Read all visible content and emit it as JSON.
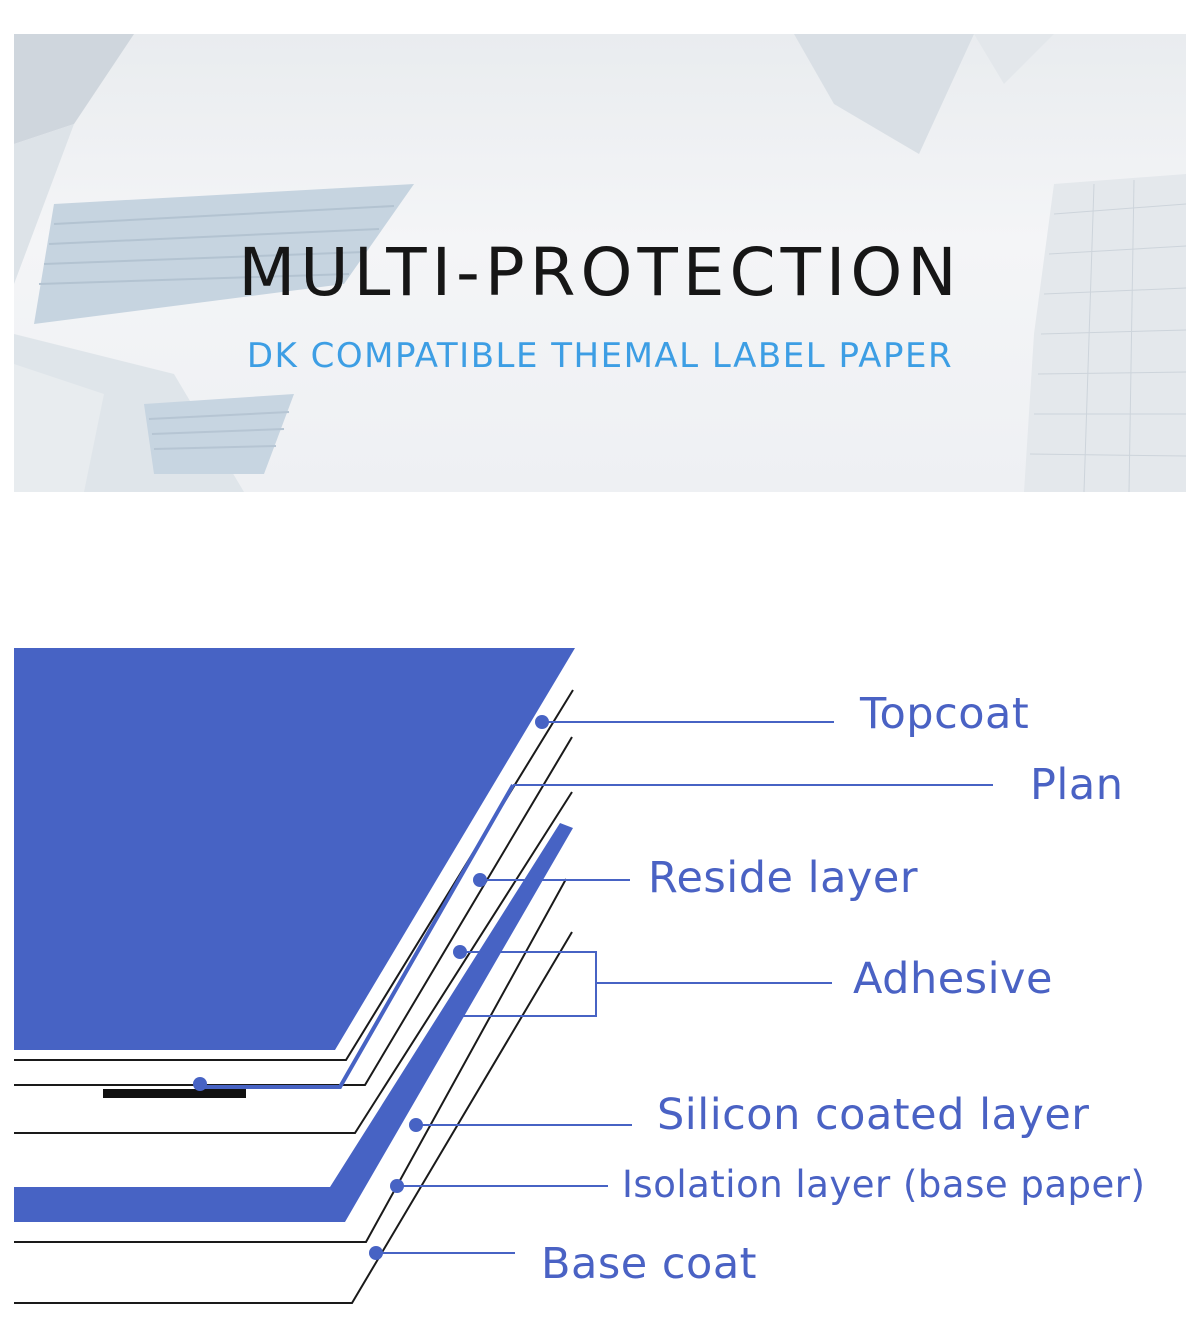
{
  "banner": {
    "title": "MULTI-PROTECTION",
    "subtitle": "DK COMPATIBLE THEMAL LABEL PAPER"
  },
  "layers": {
    "topcoat": "Topcoat",
    "plan": "Plan",
    "reside_layer": "Reside layer",
    "adhesive": "Adhesive",
    "silicon_coated_layer": "Silicon coated layer",
    "isolation_layer": "Isolation layer (base paper)",
    "base_coat": "Base coat"
  },
  "colors": {
    "accent_blue": "#4763c4",
    "subtitle_blue": "#3d9ee4",
    "label_blue": "#4a62c4"
  }
}
